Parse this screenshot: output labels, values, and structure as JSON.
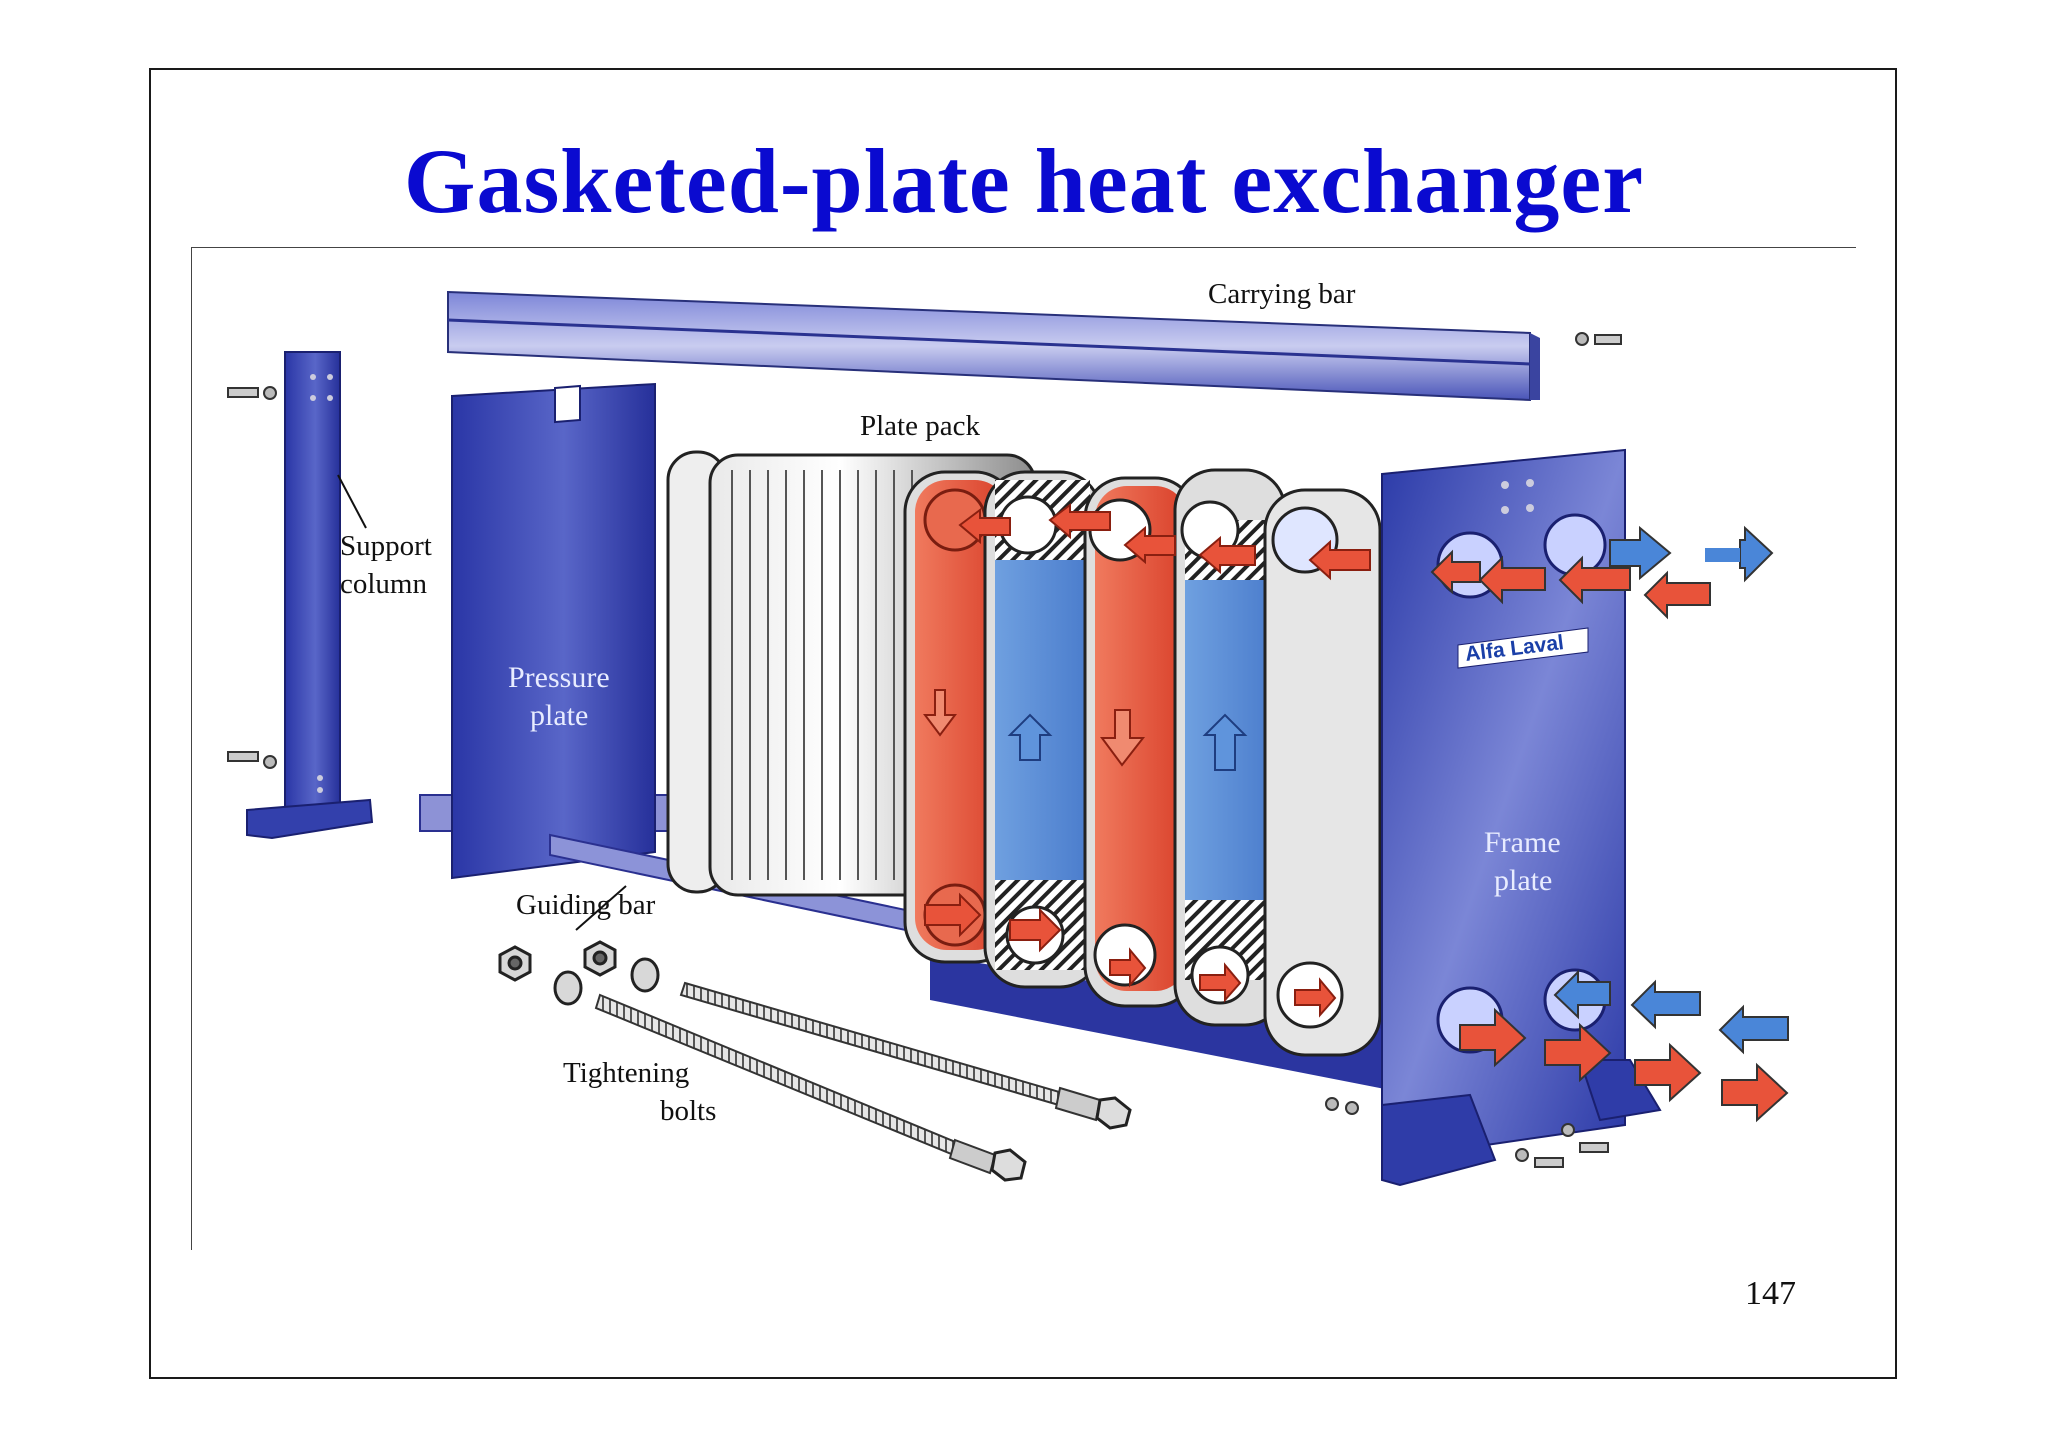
{
  "slide": {
    "title": "Gasketed-plate heat exchanger",
    "page_number": "147"
  },
  "labels": {
    "carrying_bar": "Carrying bar",
    "plate_pack": "Plate pack",
    "support_column_line1": "Support",
    "support_column_line2": "column",
    "pressure_plate_line1": "Pressure",
    "pressure_plate_line2": "plate",
    "guiding_bar": "Guiding bar",
    "tightening_bolts_line1": "Tightening",
    "tightening_bolts_line2": "bolts",
    "frame_plate_line1": "Frame",
    "frame_plate_line2": "plate",
    "brand": "Alfa Laval"
  },
  "colors": {
    "title": "#0a0ad0",
    "frame_blue": "#2a3aa8",
    "hot": "#e8533a",
    "cold": "#3d7fd0"
  }
}
